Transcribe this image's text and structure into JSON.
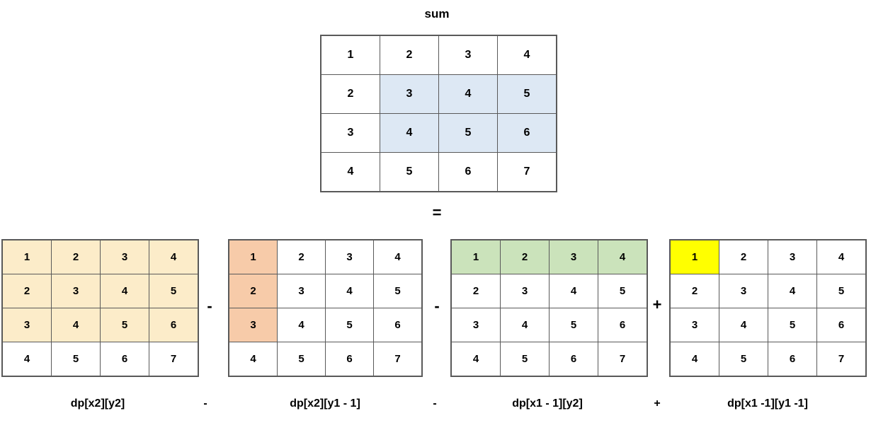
{
  "title": "sum",
  "colors": {
    "blue": "#DDE8F4",
    "cream": "#FCECC9",
    "peach": "#F7CBA9",
    "green": "#CBE3BB",
    "yellow": "#FFFF00",
    "border": "#595959",
    "white": "#FFFFFF",
    "text": "#000000"
  },
  "sum_table": {
    "name": "sum",
    "rows": [
      [
        {
          "v": "1",
          "hl": "none"
        },
        {
          "v": "2",
          "hl": "none"
        },
        {
          "v": "3",
          "hl": "none"
        },
        {
          "v": "4",
          "hl": "none"
        }
      ],
      [
        {
          "v": "2",
          "hl": "none"
        },
        {
          "v": "3",
          "hl": "blue"
        },
        {
          "v": "4",
          "hl": "blue"
        },
        {
          "v": "5",
          "hl": "blue"
        }
      ],
      [
        {
          "v": "3",
          "hl": "none"
        },
        {
          "v": "4",
          "hl": "blue"
        },
        {
          "v": "5",
          "hl": "blue"
        },
        {
          "v": "6",
          "hl": "blue"
        }
      ],
      [
        {
          "v": "4",
          "hl": "none"
        },
        {
          "v": "5",
          "hl": "none"
        },
        {
          "v": "6",
          "hl": "none"
        },
        {
          "v": "7",
          "hl": "none"
        }
      ]
    ]
  },
  "equals_op": "=",
  "terms": [
    {
      "caption": "dp[x2][y2]",
      "following_op": "-",
      "rows": [
        [
          {
            "v": "1",
            "hl": "cream"
          },
          {
            "v": "2",
            "hl": "cream"
          },
          {
            "v": "3",
            "hl": "cream"
          },
          {
            "v": "4",
            "hl": "cream"
          }
        ],
        [
          {
            "v": "2",
            "hl": "cream"
          },
          {
            "v": "3",
            "hl": "cream"
          },
          {
            "v": "4",
            "hl": "cream"
          },
          {
            "v": "5",
            "hl": "cream"
          }
        ],
        [
          {
            "v": "3",
            "hl": "cream"
          },
          {
            "v": "4",
            "hl": "cream"
          },
          {
            "v": "5",
            "hl": "cream"
          },
          {
            "v": "6",
            "hl": "cream"
          }
        ],
        [
          {
            "v": "4",
            "hl": "none"
          },
          {
            "v": "5",
            "hl": "none"
          },
          {
            "v": "6",
            "hl": "none"
          },
          {
            "v": "7",
            "hl": "none"
          }
        ]
      ]
    },
    {
      "caption": "dp[x2][y1 - 1]",
      "following_op": "-",
      "rows": [
        [
          {
            "v": "1",
            "hl": "peach"
          },
          {
            "v": "2",
            "hl": "none"
          },
          {
            "v": "3",
            "hl": "none"
          },
          {
            "v": "4",
            "hl": "none"
          }
        ],
        [
          {
            "v": "2",
            "hl": "peach"
          },
          {
            "v": "3",
            "hl": "none"
          },
          {
            "v": "4",
            "hl": "none"
          },
          {
            "v": "5",
            "hl": "none"
          }
        ],
        [
          {
            "v": "3",
            "hl": "peach"
          },
          {
            "v": "4",
            "hl": "none"
          },
          {
            "v": "5",
            "hl": "none"
          },
          {
            "v": "6",
            "hl": "none"
          }
        ],
        [
          {
            "v": "4",
            "hl": "none"
          },
          {
            "v": "5",
            "hl": "none"
          },
          {
            "v": "6",
            "hl": "none"
          },
          {
            "v": "7",
            "hl": "none"
          }
        ]
      ]
    },
    {
      "caption": "dp[x1 - 1][y2]",
      "following_op": "+",
      "rows": [
        [
          {
            "v": "1",
            "hl": "green"
          },
          {
            "v": "2",
            "hl": "green"
          },
          {
            "v": "3",
            "hl": "green"
          },
          {
            "v": "4",
            "hl": "green"
          }
        ],
        [
          {
            "v": "2",
            "hl": "none"
          },
          {
            "v": "3",
            "hl": "none"
          },
          {
            "v": "4",
            "hl": "none"
          },
          {
            "v": "5",
            "hl": "none"
          }
        ],
        [
          {
            "v": "3",
            "hl": "none"
          },
          {
            "v": "4",
            "hl": "none"
          },
          {
            "v": "5",
            "hl": "none"
          },
          {
            "v": "6",
            "hl": "none"
          }
        ],
        [
          {
            "v": "4",
            "hl": "none"
          },
          {
            "v": "5",
            "hl": "none"
          },
          {
            "v": "6",
            "hl": "none"
          },
          {
            "v": "7",
            "hl": "none"
          }
        ]
      ]
    },
    {
      "caption": "dp[x1 -1][y1 -1]",
      "following_op": "",
      "rows": [
        [
          {
            "v": "1",
            "hl": "yellow"
          },
          {
            "v": "2",
            "hl": "none"
          },
          {
            "v": "3",
            "hl": "none"
          },
          {
            "v": "4",
            "hl": "none"
          }
        ],
        [
          {
            "v": "2",
            "hl": "none"
          },
          {
            "v": "3",
            "hl": "none"
          },
          {
            "v": "4",
            "hl": "none"
          },
          {
            "v": "5",
            "hl": "none"
          }
        ],
        [
          {
            "v": "3",
            "hl": "none"
          },
          {
            "v": "4",
            "hl": "none"
          },
          {
            "v": "5",
            "hl": "none"
          },
          {
            "v": "6",
            "hl": "none"
          }
        ],
        [
          {
            "v": "4",
            "hl": "none"
          },
          {
            "v": "5",
            "hl": "none"
          },
          {
            "v": "6",
            "hl": "none"
          },
          {
            "v": "7",
            "hl": "none"
          }
        ]
      ]
    }
  ]
}
